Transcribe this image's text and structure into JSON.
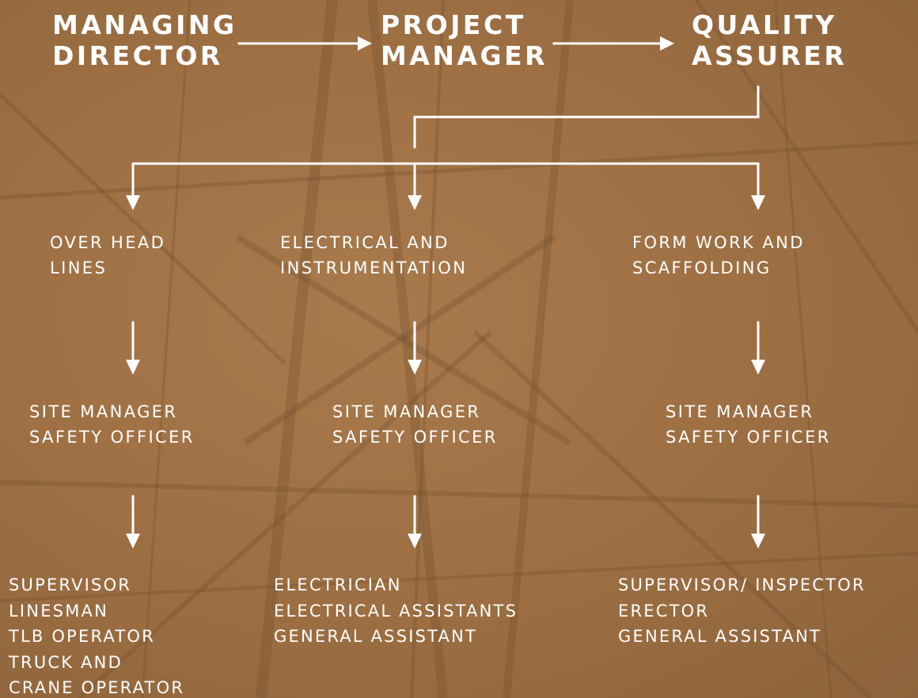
{
  "colors": {
    "background": "#9c6e42",
    "foreground": "#ffffff",
    "lattice": "#6b4a2a"
  },
  "top": {
    "managing_director": [
      "MANAGING",
      "DIRECTOR"
    ],
    "project_manager": [
      "PROJECT",
      "MANAGER"
    ],
    "quality_assurer": [
      "QUALITY",
      "ASSURER"
    ]
  },
  "divisions": {
    "overhead": [
      "OVER HEAD",
      "LINES"
    ],
    "electrical": [
      "ELECTRICAL AND",
      "INSTRUMENTATION"
    ],
    "formwork": [
      "FORM WORK AND",
      "SCAFFOLDING"
    ]
  },
  "managers": {
    "overhead": [
      "SITE MANAGER",
      "SAFETY OFFICER"
    ],
    "electrical": [
      "SITE MANAGER",
      "SAFETY OFFICER"
    ],
    "formwork": [
      "SITE MANAGER",
      "SAFETY OFFICER"
    ]
  },
  "staff": {
    "overhead": [
      "SUPERVISOR",
      "LINESMAN",
      "TLB OPERATOR",
      "TRUCK AND",
      "CRANE OPERATOR"
    ],
    "electrical": [
      "ELECTRICIAN",
      "ELECTRICAL ASSISTANTS",
      "GENERAL ASSISTANT"
    ],
    "formwork": [
      "SUPERVISOR/ INSPECTOR",
      "ERECTOR",
      "GENERAL ASSISTANT"
    ]
  }
}
